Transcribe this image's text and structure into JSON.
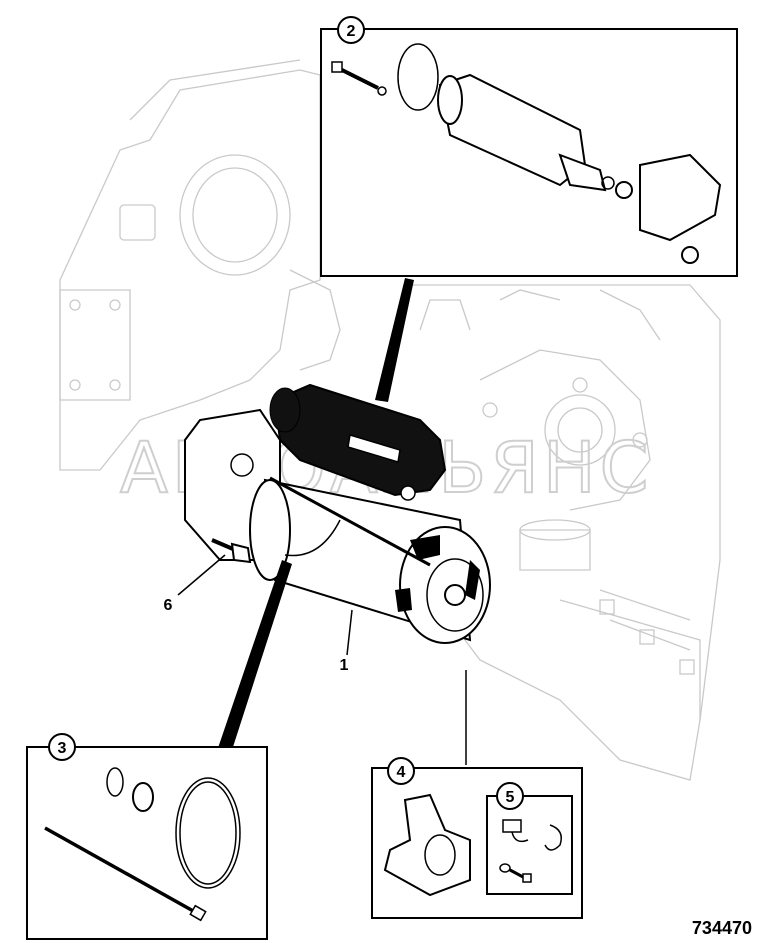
{
  "callouts": {
    "c1": "1",
    "c2": "2",
    "c3": "3",
    "c4": "4",
    "c5": "5",
    "c6": "6"
  },
  "watermark": "АВТОАЛЬЯНС",
  "reference_number": "734470"
}
